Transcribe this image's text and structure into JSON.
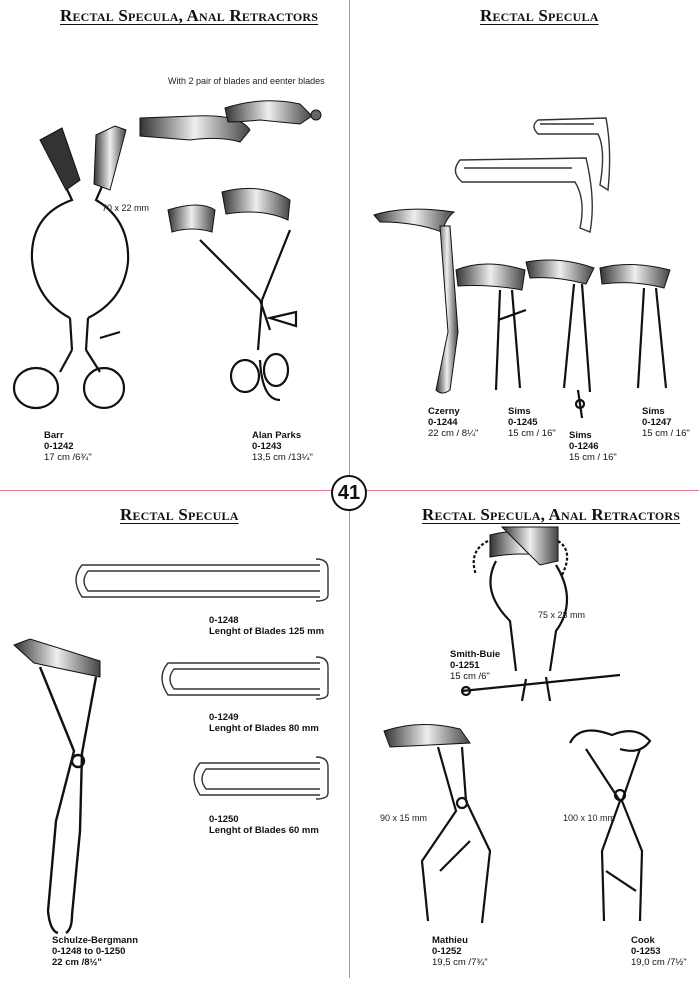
{
  "titles": {
    "tl": "Rectal Specula, Anal Retractors",
    "tr": "Rectal Specula",
    "bl": "Rectal Specula",
    "br": "Rectal Specula, Anal Retractors"
  },
  "page_number": "41",
  "top_left": {
    "note": "With 2 pair of blades and eenter blades",
    "dimension": "70 x 22 mm",
    "items": [
      {
        "name": "Barr",
        "code": "0-1242",
        "size": "17 cm /6¾\""
      },
      {
        "name": "Alan Parks",
        "code": "0-1243",
        "size": "13,5 cm /13¼\""
      }
    ]
  },
  "top_right": {
    "items": [
      {
        "name": "Czerny",
        "code": "0-1244",
        "size": "22 cm / 8¼\""
      },
      {
        "name": "Sims",
        "code": "0-1245",
        "size": "15 cm / 16\""
      },
      {
        "name": "Sims",
        "code": "0-1246",
        "size": "15 cm / 16\""
      },
      {
        "name": "Sims",
        "code": "0-1247",
        "size": "15 cm / 16\""
      }
    ]
  },
  "bottom_left": {
    "blades": [
      {
        "code": "0-1248",
        "label": "Lenght of Blades 125 mm"
      },
      {
        "code": "0-1249",
        "label": "Lenght of Blades 80 mm"
      },
      {
        "code": "0-1250",
        "label": "Lenght of Blades 60 mm"
      }
    ],
    "item": {
      "name": "Schulze-Bergmann",
      "code": "0-1248 to 0-1250",
      "size": "22 cm /8½\""
    }
  },
  "bottom_right": {
    "dimensions": [
      "75 x 23 mm",
      "90 x 15 mm",
      "100 x 10 mm"
    ],
    "items": [
      {
        "name": "Smith-Buie",
        "code": "0-1251",
        "size": "15 cm /6\""
      },
      {
        "name": "Mathieu",
        "code": "0-1252",
        "size": "19,5 cm /7¾\""
      },
      {
        "name": "Cook",
        "code": "0-1253",
        "size": "19,0 cm /7½\""
      }
    ]
  }
}
